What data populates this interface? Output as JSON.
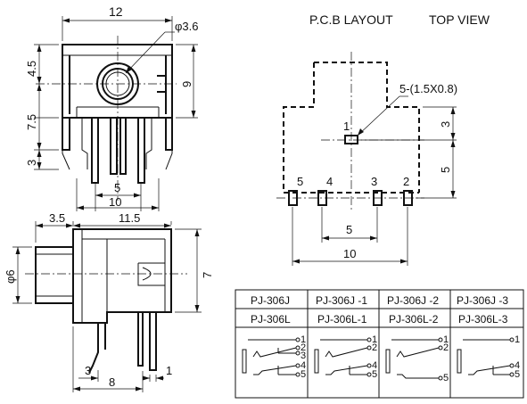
{
  "header": {
    "pcb_layout": "P.C.B LAYOUT",
    "top_view": "TOP VIEW"
  },
  "front_view": {
    "dim_width": "12",
    "dim_diameter": "φ3.6",
    "dim_top": "4.5",
    "dim_mid": "7.5",
    "dim_bottom": "3",
    "dim_height": "9",
    "dim_pin_inner": "5",
    "dim_pin_outer": "10"
  },
  "side_view": {
    "dim_nose": "3.5",
    "dim_body": "11.5",
    "dim_dia": "φ6",
    "dim_height": "7",
    "dim_pin_a": "3",
    "dim_pin_b": "1",
    "dim_pin_c": "8"
  },
  "pcb": {
    "pad_label": "5-(1.5X0.8)",
    "pin_labels": [
      "1",
      "5",
      "4",
      "3",
      "2"
    ],
    "dim_3": "3",
    "dim_5_right": "5",
    "dim_5_bottom": "5",
    "dim_10": "10"
  },
  "table": {
    "header_row": [
      "PJ-306J",
      "PJ-306J -1",
      "PJ-306J -2",
      "PJ-306J -3"
    ],
    "sub_row": [
      "PJ-306L",
      "PJ-306L-1",
      "PJ-306L-2",
      "PJ-306L-3"
    ],
    "schematics": [
      [
        "1",
        "2",
        "3",
        "4",
        "5"
      ],
      [
        "1",
        "2",
        "4",
        "5"
      ],
      [
        "1",
        "2",
        "5"
      ],
      [
        "1",
        "4",
        "5"
      ]
    ]
  }
}
